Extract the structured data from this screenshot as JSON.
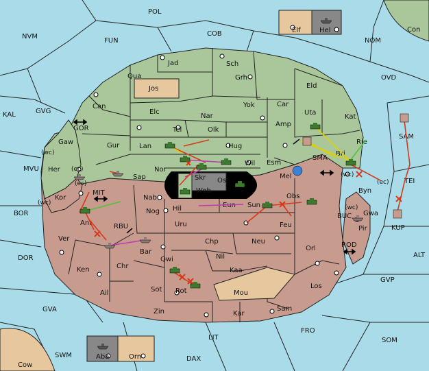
{
  "map": {
    "colors": {
      "sea": "#a9dbe8",
      "power_a": "#a9c79a",
      "power_b": "#c79b8e",
      "neutral": "#e7c89e",
      "impassable": "#000000",
      "unit_a": "#3d7a2f",
      "unit_b": "#8a7a78",
      "order_move": "#d43a1a",
      "order_support": "#e0d000",
      "order_convoy": "#c03ab0",
      "order_hold": "#4cc53a"
    },
    "sea_regions": [
      {
        "id": "POL",
        "label": "POL"
      },
      {
        "id": "NVM",
        "label": "NVM"
      },
      {
        "id": "FUN",
        "label": "FUN"
      },
      {
        "id": "COB",
        "label": "COB"
      },
      {
        "id": "NOM",
        "label": "NOM"
      },
      {
        "id": "Con",
        "label": "Con"
      },
      {
        "id": "OVD",
        "label": "OVD"
      },
      {
        "id": "KAL",
        "label": "KAL"
      },
      {
        "id": "GVG",
        "label": "GVG"
      },
      {
        "id": "GOR",
        "label": "GOR"
      },
      {
        "id": "MVU",
        "label": "MVU"
      },
      {
        "id": "MIT",
        "label": "MIT"
      },
      {
        "id": "BOR",
        "label": "BOR"
      },
      {
        "id": "RBU",
        "label": "RBU"
      },
      {
        "id": "DOR",
        "label": "DOR"
      },
      {
        "id": "GVA",
        "label": "GVA"
      },
      {
        "id": "SWM",
        "label": "SWM"
      },
      {
        "id": "LIT",
        "label": "LIT"
      },
      {
        "id": "DAX",
        "label": "DAX"
      },
      {
        "id": "FRO",
        "label": "FRO"
      },
      {
        "id": "SOM",
        "label": "SOM"
      },
      {
        "id": "GVP",
        "label": "GVP"
      },
      {
        "id": "ALT",
        "label": "ALT"
      },
      {
        "id": "ROD",
        "label": "ROD"
      },
      {
        "id": "BUC",
        "label": "BUC"
      },
      {
        "id": "SMA",
        "label": "SMA"
      },
      {
        "id": "SAM",
        "label": "SAM"
      },
      {
        "id": "TEI",
        "label": "TEI"
      },
      {
        "id": "KUP",
        "label": "KUP"
      },
      {
        "id": "Cow",
        "label": "Cow"
      }
    ],
    "land_labels": {
      "Jad": "Jad",
      "Sch": "Sch",
      "Qua": "Qua",
      "Jos": "Jos",
      "Grh": "Grh",
      "Eld": "Eld",
      "Can": "Can",
      "Elc": "Elc",
      "Nar": "Nar",
      "Yok": "Yok",
      "Car": "Car",
      "Uta": "Uta",
      "Kat": "Kat",
      "Tel": "Tel",
      "Olk": "Olk",
      "Amp": "Amp",
      "Gaw": "Gaw",
      "Gur": "Gur",
      "Lan": "Lan",
      "Hug": "Hug",
      "Rie": "Rie",
      "Bri": "Bri",
      "Esm": "Esm",
      "Her": "Her",
      "Nor": "Nor",
      "Wil": "Wil",
      "Sap": "Sap",
      "Skr": "Skr",
      "Web": "Web",
      "Ost": "Ost",
      "Mel": "Mel",
      "Byn": "Byn",
      "Kor": "Kor",
      "Nab": "Nab",
      "Obs": "Obs",
      "Hil": "Hil",
      "Eun": "Eun",
      "Sun": "Sun",
      "Nog": "Nog",
      "Gwa": "Gwa",
      "Ant": "Ant",
      "Uru": "Uru",
      "Feu": "Feu",
      "Pir": "Pir",
      "Ver": "Ver",
      "Chp": "Chp",
      "Neu": "Neu",
      "Bar": "Bar",
      "Orl": "Orl",
      "Qwi": "Qwi",
      "Nil": "Nil",
      "Ken": "Ken",
      "Chr": "Chr",
      "Kaa": "Kaa",
      "Ail": "Ail",
      "Sot": "Sot",
      "Rot": "Rot",
      "Mou": "Mou",
      "Los": "Los",
      "Sam": "Sam",
      "Zin": "Zin",
      "Kar": "Kar",
      "Elf": "Elf",
      "Hel": "Hel",
      "Aba": "Aba",
      "Orn": "Orn"
    },
    "coast_labels": [
      "(wc)",
      "(ec)",
      "(wc)",
      "(wc)",
      "(ec)",
      "(wc)",
      "(ec)"
    ]
  }
}
